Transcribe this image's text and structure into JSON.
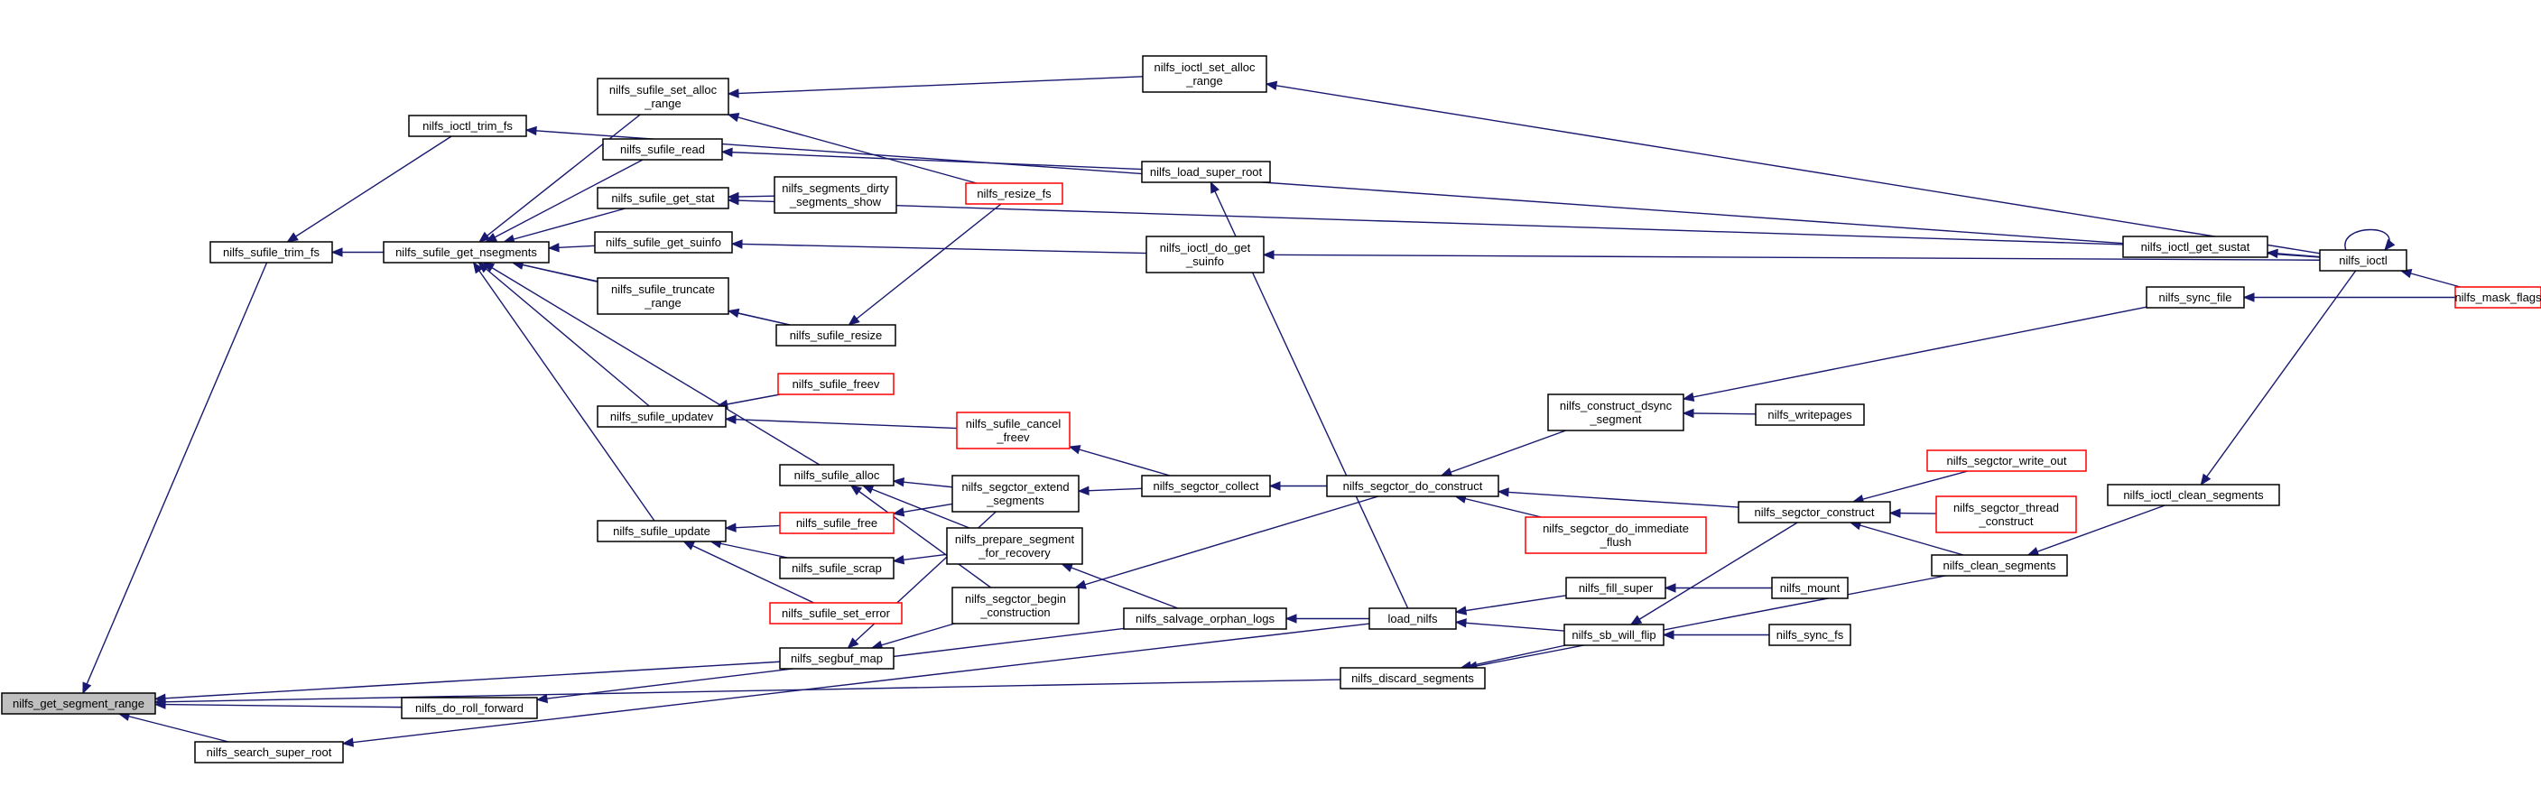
{
  "graph": {
    "colors": {
      "edge": "#191970",
      "normal_border": "#000000",
      "red_border": "#ff0000",
      "focus_fill": "#bfbfbf",
      "background": "#ffffff"
    },
    "nodes": [
      {
        "id": "get_segment_range",
        "lines": [
          "nilfs_get_segment_range"
        ],
        "style": "focus"
      },
      {
        "id": "sufile_trim_fs",
        "lines": [
          "nilfs_sufile_trim_fs"
        ],
        "style": "normal"
      },
      {
        "id": "ioctl_trim_fs",
        "lines": [
          "nilfs_ioctl_trim_fs"
        ],
        "style": "normal"
      },
      {
        "id": "sufile_get_nsegments",
        "lines": [
          "nilfs_sufile_get_nsegments"
        ],
        "style": "normal"
      },
      {
        "id": "sufile_set_alloc_range",
        "lines": [
          "nilfs_sufile_set_alloc",
          "_range"
        ],
        "style": "normal"
      },
      {
        "id": "sufile_read",
        "lines": [
          "nilfs_sufile_read"
        ],
        "style": "normal"
      },
      {
        "id": "sufile_get_stat",
        "lines": [
          "nilfs_sufile_get_stat"
        ],
        "style": "normal"
      },
      {
        "id": "sufile_get_suinfo",
        "lines": [
          "nilfs_sufile_get_suinfo"
        ],
        "style": "normal"
      },
      {
        "id": "sufile_truncate_range",
        "lines": [
          "nilfs_sufile_truncate",
          "_range"
        ],
        "style": "normal"
      },
      {
        "id": "sufile_resize",
        "lines": [
          "nilfs_sufile_resize"
        ],
        "style": "normal"
      },
      {
        "id": "sufile_freev",
        "lines": [
          "nilfs_sufile_freev"
        ],
        "style": "red"
      },
      {
        "id": "sufile_updatev",
        "lines": [
          "nilfs_sufile_updatev"
        ],
        "style": "normal"
      },
      {
        "id": "sufile_alloc",
        "lines": [
          "nilfs_sufile_alloc"
        ],
        "style": "normal"
      },
      {
        "id": "sufile_update",
        "lines": [
          "nilfs_sufile_update"
        ],
        "style": "normal"
      },
      {
        "id": "sufile_free",
        "lines": [
          "nilfs_sufile_free"
        ],
        "style": "red"
      },
      {
        "id": "sufile_scrap",
        "lines": [
          "nilfs_sufile_scrap"
        ],
        "style": "normal"
      },
      {
        "id": "sufile_set_error",
        "lines": [
          "nilfs_sufile_set_error"
        ],
        "style": "red"
      },
      {
        "id": "segbuf_map",
        "lines": [
          "nilfs_segbuf_map"
        ],
        "style": "normal"
      },
      {
        "id": "do_roll_forward",
        "lines": [
          "nilfs_do_roll_forward"
        ],
        "style": "normal"
      },
      {
        "id": "search_super_root",
        "lines": [
          "nilfs_search_super_root"
        ],
        "style": "normal"
      },
      {
        "id": "segments_dirty_segments_show",
        "lines": [
          "nilfs_segments_dirty",
          "_segments_show"
        ],
        "style": "normal"
      },
      {
        "id": "resize_fs",
        "lines": [
          "nilfs_resize_fs"
        ],
        "style": "red"
      },
      {
        "id": "sufile_cancel_freev",
        "lines": [
          "nilfs_sufile_cancel",
          "_freev"
        ],
        "style": "red"
      },
      {
        "id": "segctor_extend_segments",
        "lines": [
          "nilfs_segctor_extend",
          "_segments"
        ],
        "style": "normal"
      },
      {
        "id": "prepare_segment_for_recovery",
        "lines": [
          "nilfs_prepare_segment",
          "_for_recovery"
        ],
        "style": "normal"
      },
      {
        "id": "segctor_begin_construction",
        "lines": [
          "nilfs_segctor_begin",
          "_construction"
        ],
        "style": "normal"
      },
      {
        "id": "salvage_orphan_logs",
        "lines": [
          "nilfs_salvage_orphan_logs"
        ],
        "style": "normal"
      },
      {
        "id": "ioctl_set_alloc_range",
        "lines": [
          "nilfs_ioctl_set_alloc",
          "_range"
        ],
        "style": "normal"
      },
      {
        "id": "load_super_root",
        "lines": [
          "nilfs_load_super_root"
        ],
        "style": "normal"
      },
      {
        "id": "ioctl_do_get_suinfo",
        "lines": [
          "nilfs_ioctl_do_get",
          "_suinfo"
        ],
        "style": "normal"
      },
      {
        "id": "segctor_collect",
        "lines": [
          "nilfs_segctor_collect"
        ],
        "style": "normal"
      },
      {
        "id": "load_nilfs",
        "lines": [
          "load_nilfs"
        ],
        "style": "normal"
      },
      {
        "id": "discard_segments",
        "lines": [
          "nilfs_discard_segments"
        ],
        "style": "normal"
      },
      {
        "id": "segctor_do_construct",
        "lines": [
          "nilfs_segctor_do_construct"
        ],
        "style": "normal"
      },
      {
        "id": "construct_dsync_segment",
        "lines": [
          "nilfs_construct_dsync",
          "_segment"
        ],
        "style": "normal"
      },
      {
        "id": "segctor_do_immediate_flush",
        "lines": [
          "nilfs_segctor_do_immediate",
          "_flush"
        ],
        "style": "red"
      },
      {
        "id": "fill_super",
        "lines": [
          "nilfs_fill_super"
        ],
        "style": "normal"
      },
      {
        "id": "sb_will_flip",
        "lines": [
          "nilfs_sb_will_flip"
        ],
        "style": "normal"
      },
      {
        "id": "writepages",
        "lines": [
          "nilfs_writepages"
        ],
        "style": "normal"
      },
      {
        "id": "mount",
        "lines": [
          "nilfs_mount"
        ],
        "style": "normal"
      },
      {
        "id": "sync_fs",
        "lines": [
          "nilfs_sync_fs"
        ],
        "style": "normal"
      },
      {
        "id": "segctor_construct",
        "lines": [
          "nilfs_segctor_construct"
        ],
        "style": "normal"
      },
      {
        "id": "segctor_write_out",
        "lines": [
          "nilfs_segctor_write_out"
        ],
        "style": "red"
      },
      {
        "id": "segctor_thread_construct",
        "lines": [
          "nilfs_segctor_thread",
          "_construct"
        ],
        "style": "red"
      },
      {
        "id": "clean_segments",
        "lines": [
          "nilfs_clean_segments"
        ],
        "style": "normal"
      },
      {
        "id": "ioctl_get_sustat",
        "lines": [
          "nilfs_ioctl_get_sustat"
        ],
        "style": "normal"
      },
      {
        "id": "sync_file",
        "lines": [
          "nilfs_sync_file"
        ],
        "style": "normal"
      },
      {
        "id": "ioctl_clean_segments",
        "lines": [
          "nilfs_ioctl_clean_segments"
        ],
        "style": "normal"
      },
      {
        "id": "ioctl",
        "lines": [
          "nilfs_ioctl"
        ],
        "style": "normal"
      },
      {
        "id": "mask_flags",
        "lines": [
          "nilfs_mask_flags"
        ],
        "style": "red"
      }
    ],
    "edges": [
      [
        "sufile_trim_fs",
        "get_segment_range"
      ],
      [
        "do_roll_forward",
        "get_segment_range"
      ],
      [
        "search_super_root",
        "get_segment_range"
      ],
      [
        "segbuf_map",
        "get_segment_range"
      ],
      [
        "discard_segments",
        "get_segment_range"
      ],
      [
        "ioctl_trim_fs",
        "sufile_trim_fs"
      ],
      [
        "sufile_get_nsegments",
        "sufile_trim_fs"
      ],
      [
        "ioctl",
        "ioctl_trim_fs"
      ],
      [
        "sufile_set_alloc_range",
        "sufile_get_nsegments"
      ],
      [
        "sufile_read",
        "sufile_get_nsegments"
      ],
      [
        "sufile_get_stat",
        "sufile_get_nsegments"
      ],
      [
        "sufile_get_suinfo",
        "sufile_get_nsegments"
      ],
      [
        "sufile_truncate_range",
        "sufile_get_nsegments"
      ],
      [
        "sufile_resize",
        "sufile_get_nsegments"
      ],
      [
        "sufile_updatev",
        "sufile_get_nsegments"
      ],
      [
        "sufile_alloc",
        "sufile_get_nsegments"
      ],
      [
        "sufile_update",
        "sufile_get_nsegments"
      ],
      [
        "ioctl_set_alloc_range",
        "sufile_set_alloc_range"
      ],
      [
        "resize_fs",
        "sufile_set_alloc_range"
      ],
      [
        "load_super_root",
        "sufile_read"
      ],
      [
        "segments_dirty_segments_show",
        "sufile_get_stat"
      ],
      [
        "ioctl_get_sustat",
        "sufile_get_stat"
      ],
      [
        "ioctl_do_get_suinfo",
        "sufile_get_suinfo"
      ],
      [
        "sufile_resize",
        "sufile_truncate_range"
      ],
      [
        "resize_fs",
        "sufile_resize"
      ],
      [
        "sufile_freev",
        "sufile_updatev"
      ],
      [
        "sufile_cancel_freev",
        "sufile_updatev"
      ],
      [
        "segctor_extend_segments",
        "sufile_alloc"
      ],
      [
        "prepare_segment_for_recovery",
        "sufile_alloc"
      ],
      [
        "segctor_begin_construction",
        "sufile_alloc"
      ],
      [
        "sufile_free",
        "sufile_update"
      ],
      [
        "sufile_scrap",
        "sufile_update"
      ],
      [
        "sufile_set_error",
        "sufile_update"
      ],
      [
        "segctor_extend_segments",
        "sufile_free"
      ],
      [
        "prepare_segment_for_recovery",
        "sufile_scrap"
      ],
      [
        "segctor_begin_construction",
        "segbuf_map"
      ],
      [
        "segctor_extend_segments",
        "segbuf_map"
      ],
      [
        "salvage_orphan_logs",
        "do_roll_forward"
      ],
      [
        "load_nilfs",
        "search_super_root"
      ],
      [
        "ioctl",
        "ioctl_set_alloc_range"
      ],
      [
        "load_nilfs",
        "load_super_root"
      ],
      [
        "ioctl",
        "ioctl_do_get_suinfo"
      ],
      [
        "segctor_collect",
        "sufile_cancel_freev"
      ],
      [
        "segctor_collect",
        "segctor_extend_segments"
      ],
      [
        "salvage_orphan_logs",
        "prepare_segment_for_recovery"
      ],
      [
        "segctor_do_construct",
        "segctor_begin_construction"
      ],
      [
        "segctor_do_construct",
        "segctor_collect"
      ],
      [
        "load_nilfs",
        "salvage_orphan_logs"
      ],
      [
        "fill_super",
        "load_nilfs"
      ],
      [
        "sb_will_flip",
        "load_nilfs"
      ],
      [
        "sb_will_flip",
        "discard_segments"
      ],
      [
        "clean_segments",
        "discard_segments"
      ],
      [
        "construct_dsync_segment",
        "segctor_do_construct"
      ],
      [
        "segctor_do_immediate_flush",
        "segctor_do_construct"
      ],
      [
        "segctor_construct",
        "segctor_do_construct"
      ],
      [
        "writepages",
        "construct_dsync_segment"
      ],
      [
        "sync_file",
        "construct_dsync_segment"
      ],
      [
        "mount",
        "fill_super"
      ],
      [
        "sync_fs",
        "sb_will_flip"
      ],
      [
        "segctor_construct",
        "sb_will_flip"
      ],
      [
        "segctor_write_out",
        "segctor_construct"
      ],
      [
        "segctor_thread_construct",
        "segctor_construct"
      ],
      [
        "clean_segments",
        "segctor_construct"
      ],
      [
        "ioctl_clean_segments",
        "clean_segments"
      ],
      [
        "ioctl",
        "ioctl_get_sustat"
      ],
      [
        "mask_flags",
        "sync_file"
      ],
      [
        "ioctl",
        "ioctl_clean_segments"
      ],
      [
        "mask_flags",
        "ioctl"
      ],
      [
        "ioctl",
        "ioctl"
      ]
    ]
  }
}
